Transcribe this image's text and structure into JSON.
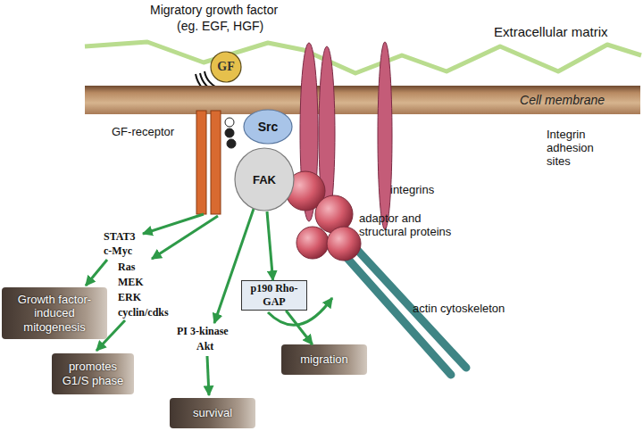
{
  "diagram": {
    "nodes": [
      {
        "text": [
          "GF"
        ]
      },
      {
        "text": [
          "Cell membrane"
        ]
      },
      {
        "text": [
          "Src"
        ]
      },
      {
        "text": [
          "FAK"
        ]
      },
      {
        "text": [
          "p190 Rho-GAP"
        ]
      },
      {
        "text": [
          "Growth factor-induced mitogenesis"
        ]
      },
      {
        "text": [
          "promotes G1/S phase"
        ]
      },
      {
        "text": [
          "survival"
        ]
      },
      {
        "text": [
          "migration"
        ]
      }
    ],
    "edges": [
      {
        "from": 3,
        "to": 4,
        "arrow": "to"
      },
      {
        "from": 4,
        "to": 8,
        "arrow": "to"
      }
    ],
    "labels": [
      "Migratory growth factor",
      "(eg. EGF, HGF)",
      "Extracellular matrix",
      "Integrin adhesion sites",
      "GF-receptor",
      "integrins",
      "adaptor and structural proteins",
      "STAT3",
      "c-Myc",
      "Ras",
      "MEK",
      "ERK",
      "cyclin/cdks",
      "PI 3-kinase",
      "Akt",
      "actin cytoskeleton"
    ]
  }
}
